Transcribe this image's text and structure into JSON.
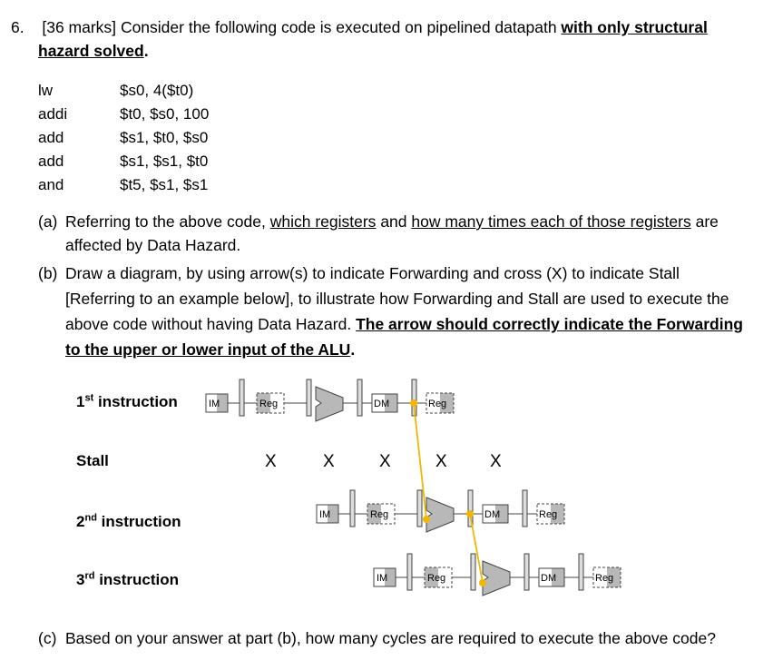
{
  "question": {
    "number": "6.",
    "marks": "[36 marks]",
    "intro": "Consider the following code is executed on pipelined datapath",
    "emphasis_1": "with only structural",
    "emphasis_2": "hazard solved"
  },
  "code": [
    {
      "op": "lw",
      "args": "$s0, 4($t0)"
    },
    {
      "op": "addi",
      "args": "$t0, $s0, 100"
    },
    {
      "op": "add",
      "args": "$s1, $t0, $s0"
    },
    {
      "op": "add",
      "args": "$s1, $s1, $t0"
    },
    {
      "op": "and",
      "args": "$t5, $s1, $s1"
    }
  ],
  "part_a": {
    "label": "(a)",
    "pre": "Referring to the above code,",
    "u1": "which registers",
    "mid": "and",
    "u2": "how many times each of those registers",
    "post": "are",
    "line2": "affected by Data Hazard."
  },
  "part_b": {
    "label": "(b)",
    "line1": "Draw a diagram, by using arrow(s) to indicate Forwarding and cross (X) to indicate Stall",
    "line2": "[Referring to an example below], to illustrate how Forwarding and Stall are used to execute the",
    "line3_plain": "above code without having Data Hazard.",
    "line3_bold": "The arrow should correctly indicate the Forwarding",
    "line4_bold": "to the upper or lower input of the ALU"
  },
  "diagram": {
    "rows": [
      {
        "num": "1",
        "suffix": "st",
        "text": "instruction"
      },
      {
        "num": "",
        "suffix": "",
        "text": "Stall"
      },
      {
        "num": "2",
        "suffix": "nd",
        "text": "instruction"
      },
      {
        "num": "3",
        "suffix": "rd",
        "text": "instruction"
      }
    ],
    "stage_labels": {
      "im": "IM",
      "reg": "Reg",
      "dm": "DM"
    },
    "stall_mark": "X",
    "forward_color": "#f2b705"
  },
  "part_c": {
    "label": "(c)",
    "text": "Based on your answer at part (b), how many cycles are required to execute the above code?"
  }
}
